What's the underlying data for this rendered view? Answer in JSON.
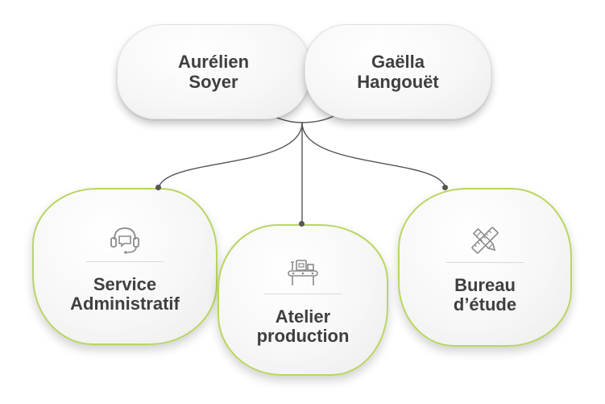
{
  "top_people": [
    {
      "first": "Aurélien",
      "last": "Soyer"
    },
    {
      "first": "Gaëlla",
      "last": "Hangouët"
    }
  ],
  "teams": [
    {
      "line1": "Service",
      "line2": "Administratif",
      "icon": "headset-icon"
    },
    {
      "line1": "Atelier",
      "line2": "production",
      "icon": "machine-conveyor-icon"
    },
    {
      "line1": "Bureau",
      "line2": "d’étude",
      "icon": "pencil-ruler-icon"
    }
  ],
  "colors": {
    "text": "#3f3f3f",
    "connector": "#555555",
    "team_border": "#b9d660",
    "icon": "#8a8a8a"
  }
}
